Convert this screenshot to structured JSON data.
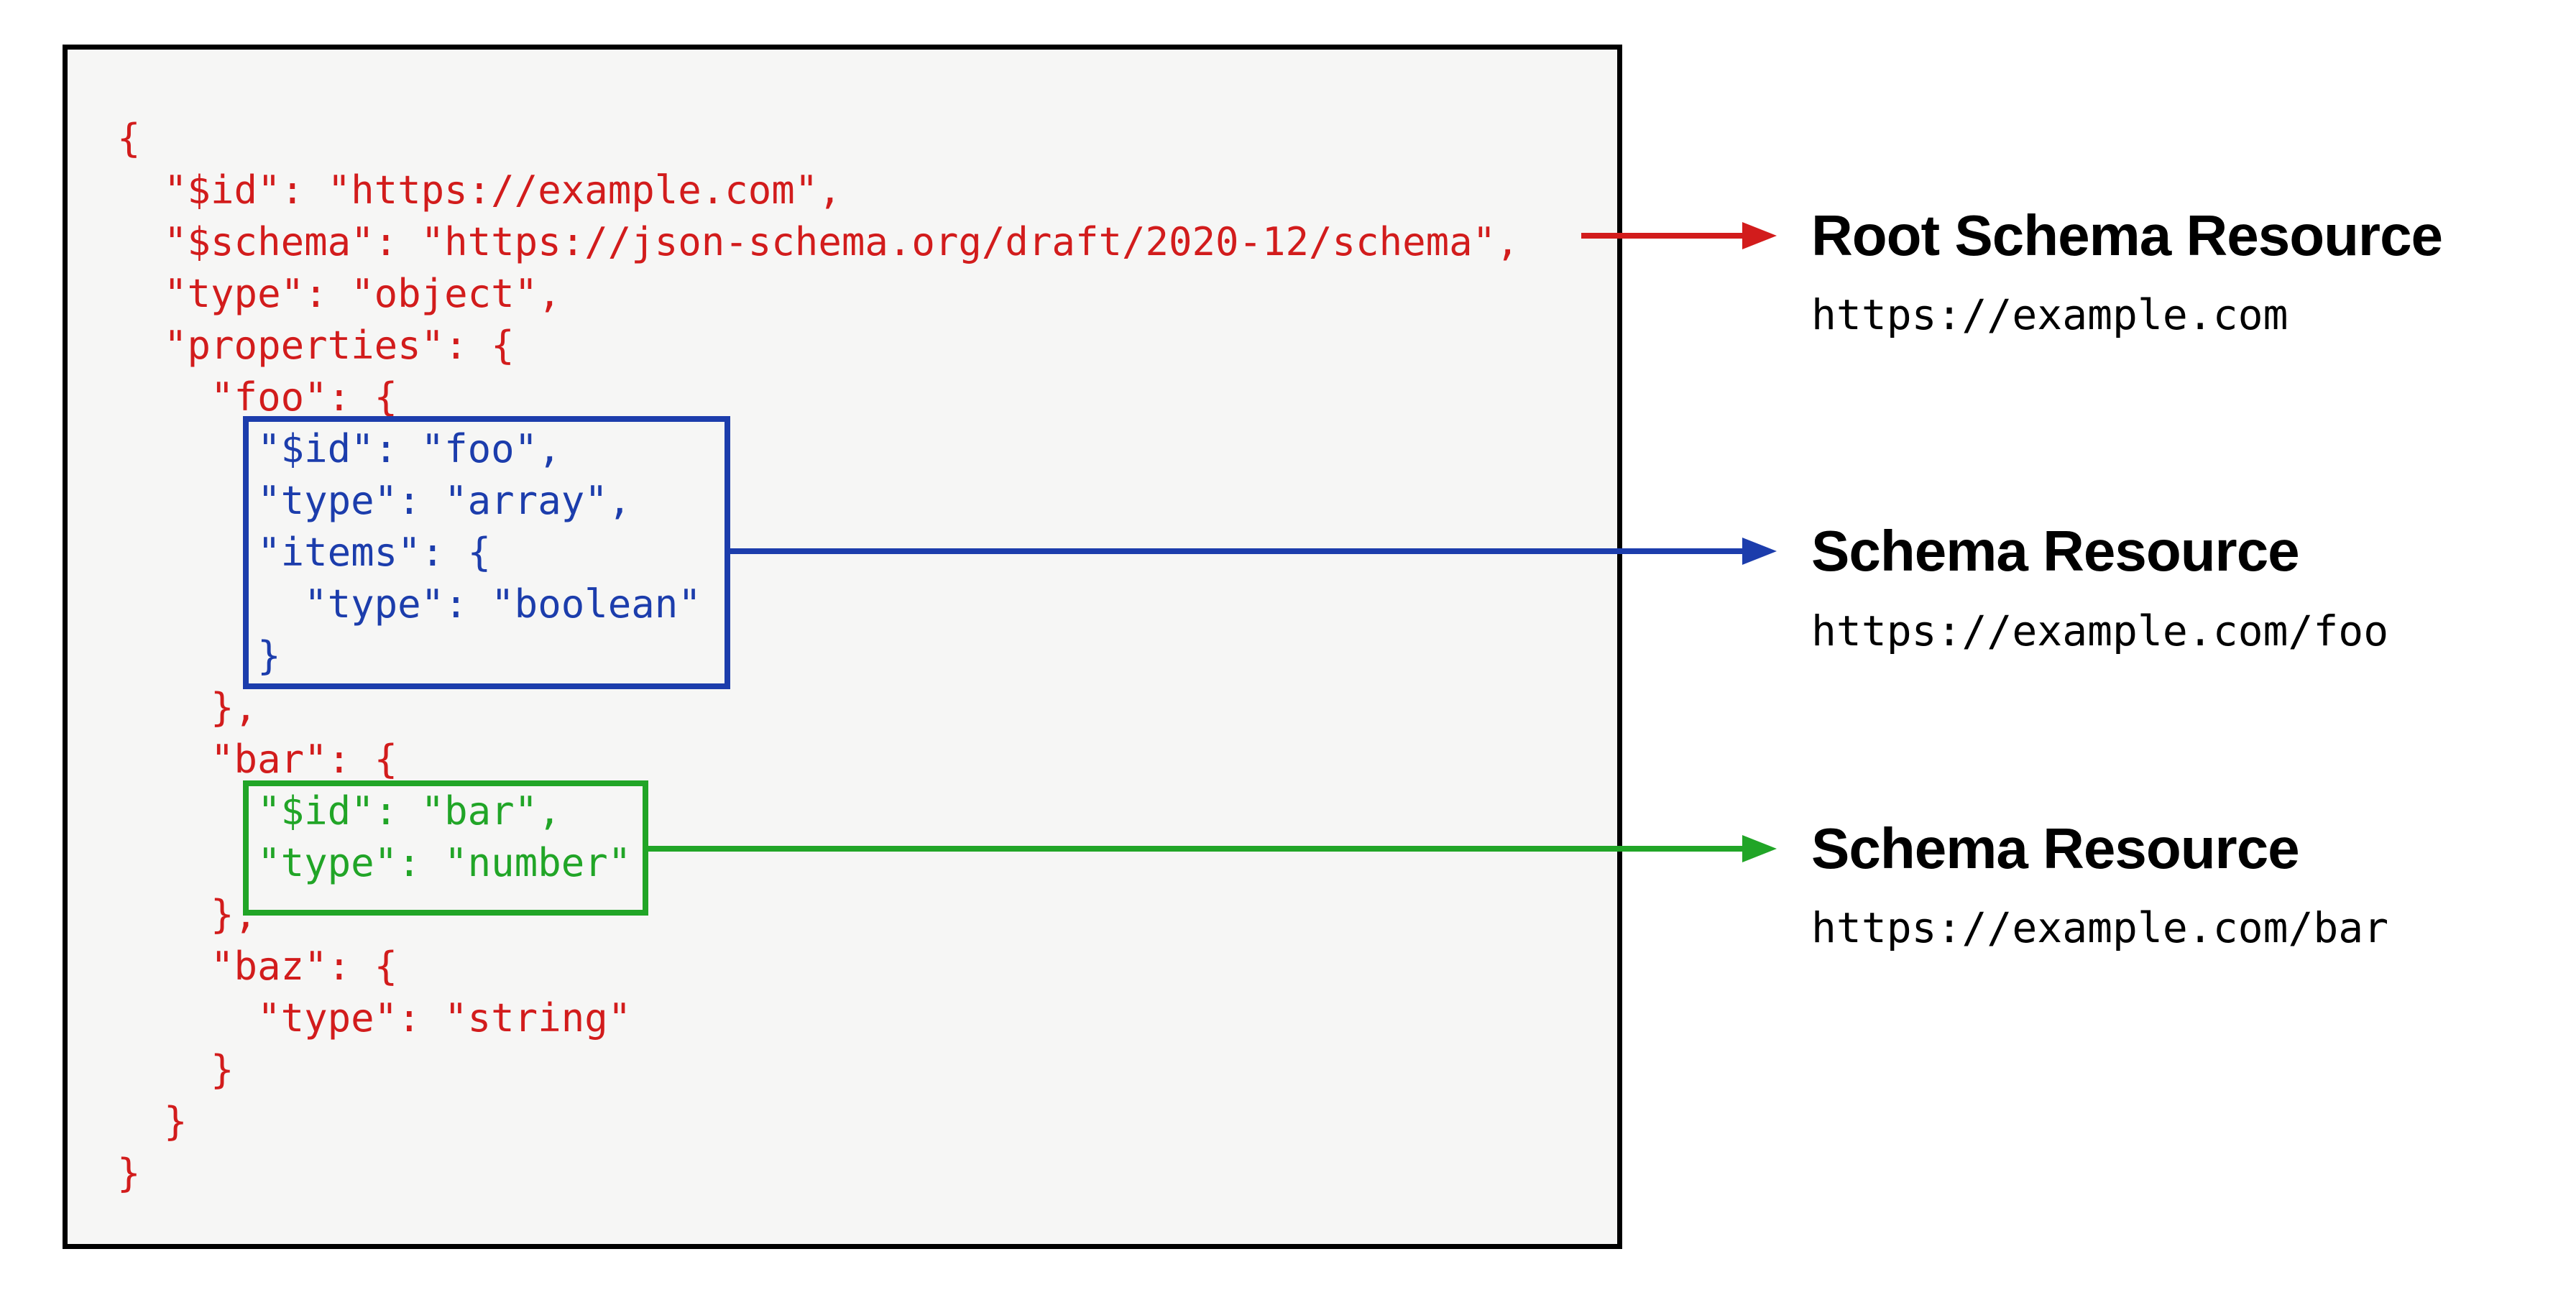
{
  "colors": {
    "red": "#d21c1c",
    "blue": "#1c3dac",
    "green": "#21a527",
    "black": "#000000",
    "panel_bg": "#f6f6f5"
  },
  "code": {
    "lines": [
      {
        "text": "{",
        "color": "red"
      },
      {
        "text": "  \"$id\": \"https://example.com\",",
        "color": "red"
      },
      {
        "text": "  \"$schema\": \"https://json-schema.org/draft/2020-12/schema\",",
        "color": "red"
      },
      {
        "text": "  \"type\": \"object\",",
        "color": "red"
      },
      {
        "text": "  \"properties\": {",
        "color": "red"
      },
      {
        "text": "    \"foo\": {",
        "color": "red"
      },
      {
        "text": "      \"$id\": \"foo\",",
        "color": "blue"
      },
      {
        "text": "      \"type\": \"array\",",
        "color": "blue"
      },
      {
        "text": "      \"items\": {",
        "color": "blue"
      },
      {
        "text": "        \"type\": \"boolean\"",
        "color": "blue"
      },
      {
        "text": "      }",
        "color": "blue"
      },
      {
        "text": "    },",
        "color": "red"
      },
      {
        "text": "    \"bar\": {",
        "color": "red"
      },
      {
        "text": "      \"$id\": \"bar\",",
        "color": "green"
      },
      {
        "text": "      \"type\": \"number\"",
        "color": "green"
      },
      {
        "text": "    },",
        "color": "red"
      },
      {
        "text": "    \"baz\": {",
        "color": "red"
      },
      {
        "text": "      \"type\": \"string\"",
        "color": "red"
      },
      {
        "text": "    }",
        "color": "red"
      },
      {
        "text": "  }",
        "color": "red"
      },
      {
        "text": "}",
        "color": "red"
      }
    ]
  },
  "annotations": [
    {
      "title": "Root Schema Resource",
      "url": "https://example.com",
      "color": "red"
    },
    {
      "title": "Schema Resource",
      "url": "https://example.com/foo",
      "color": "blue"
    },
    {
      "title": "Schema Resource",
      "url": "https://example.com/bar",
      "color": "green"
    }
  ]
}
